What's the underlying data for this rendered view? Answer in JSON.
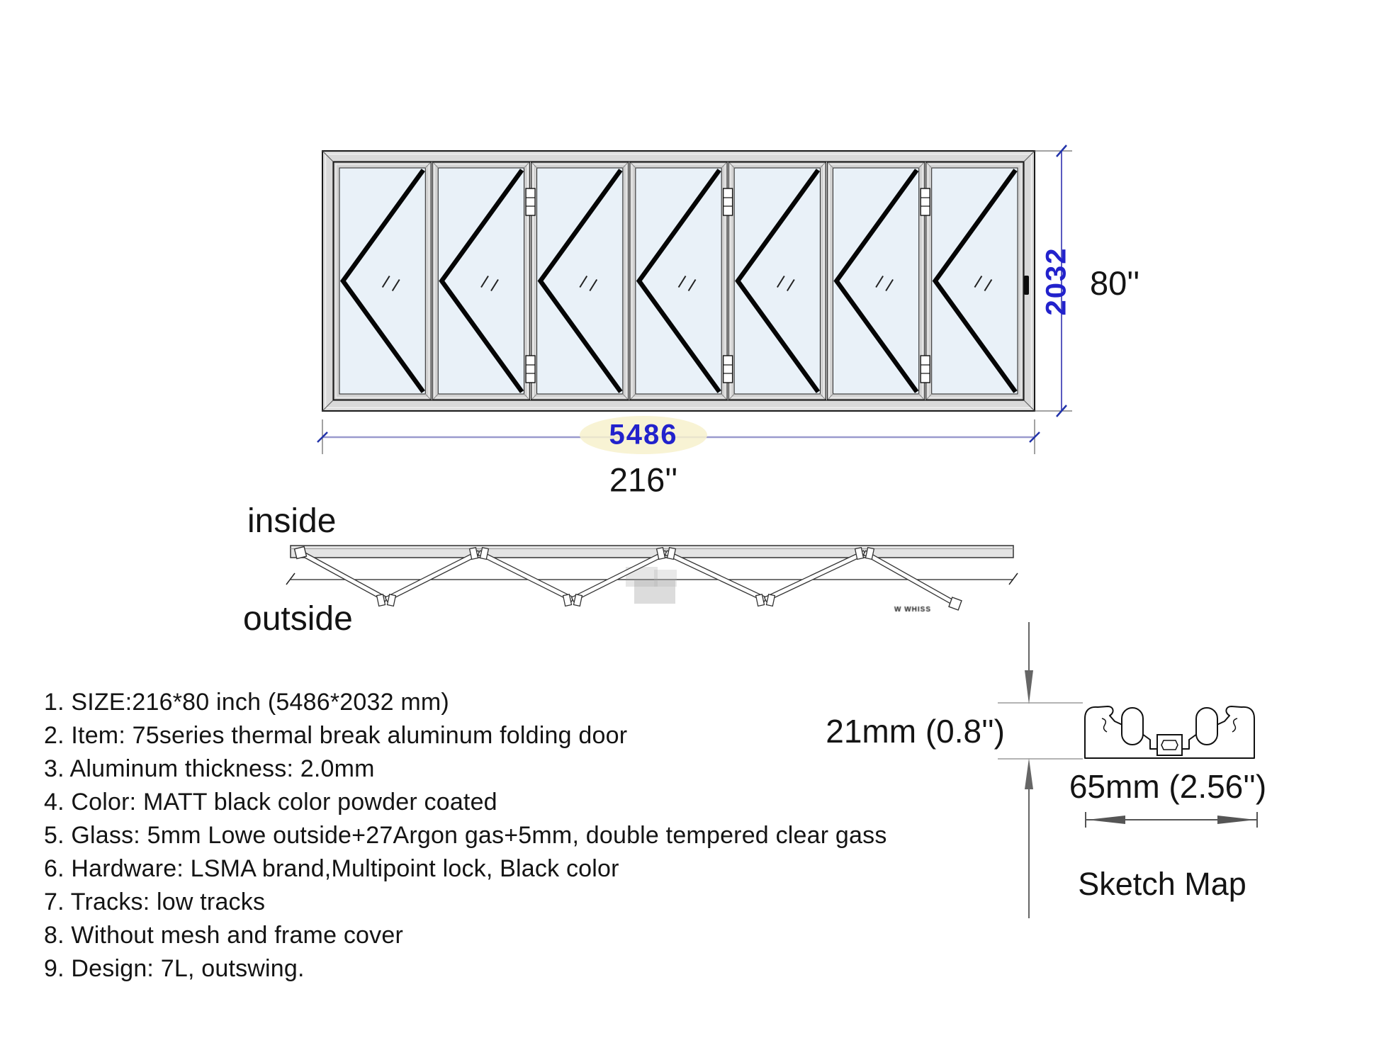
{
  "colors": {
    "dim_blue": "#2222cc",
    "dim_line_lavender": "#9a9ace",
    "dim_line_blue": "#5a5ac0",
    "tick_blue": "#2233aa",
    "glass": "#e9f1f8",
    "frame_fill": "#d9d9d9",
    "arrow_gray": "#666666",
    "highlight_yellow": "#f7f1cd"
  },
  "elevation": {
    "panel_count": 7,
    "dims": {
      "width_mm": "5486",
      "width_inch": "216''",
      "height_mm": "2032",
      "height_inch": "80''"
    }
  },
  "plan": {
    "inside_label": "inside",
    "outside_label": "outside",
    "watermark_text": "W WHISS"
  },
  "specs": {
    "items": [
      "1. SIZE:216*80 inch (5486*2032 mm)",
      "2. Item: 75series thermal break aluminum folding door",
      "3. Aluminum thickness: 2.0mm",
      "4. Color: MATT black color powder coated",
      "5. Glass: 5mm Lowe outside+27Argon gas+5mm, double tempered clear gass",
      "6. Hardware: LSMA brand,Multipoint lock, Black color",
      "7. Tracks: low tracks",
      "8. Without mesh and frame cover",
      "9. Design: 7L, outswing."
    ]
  },
  "sketch_map": {
    "height_dim": "21mm (0.8'')",
    "width_dim": "65mm (2.56'')",
    "caption": "Sketch Map"
  }
}
